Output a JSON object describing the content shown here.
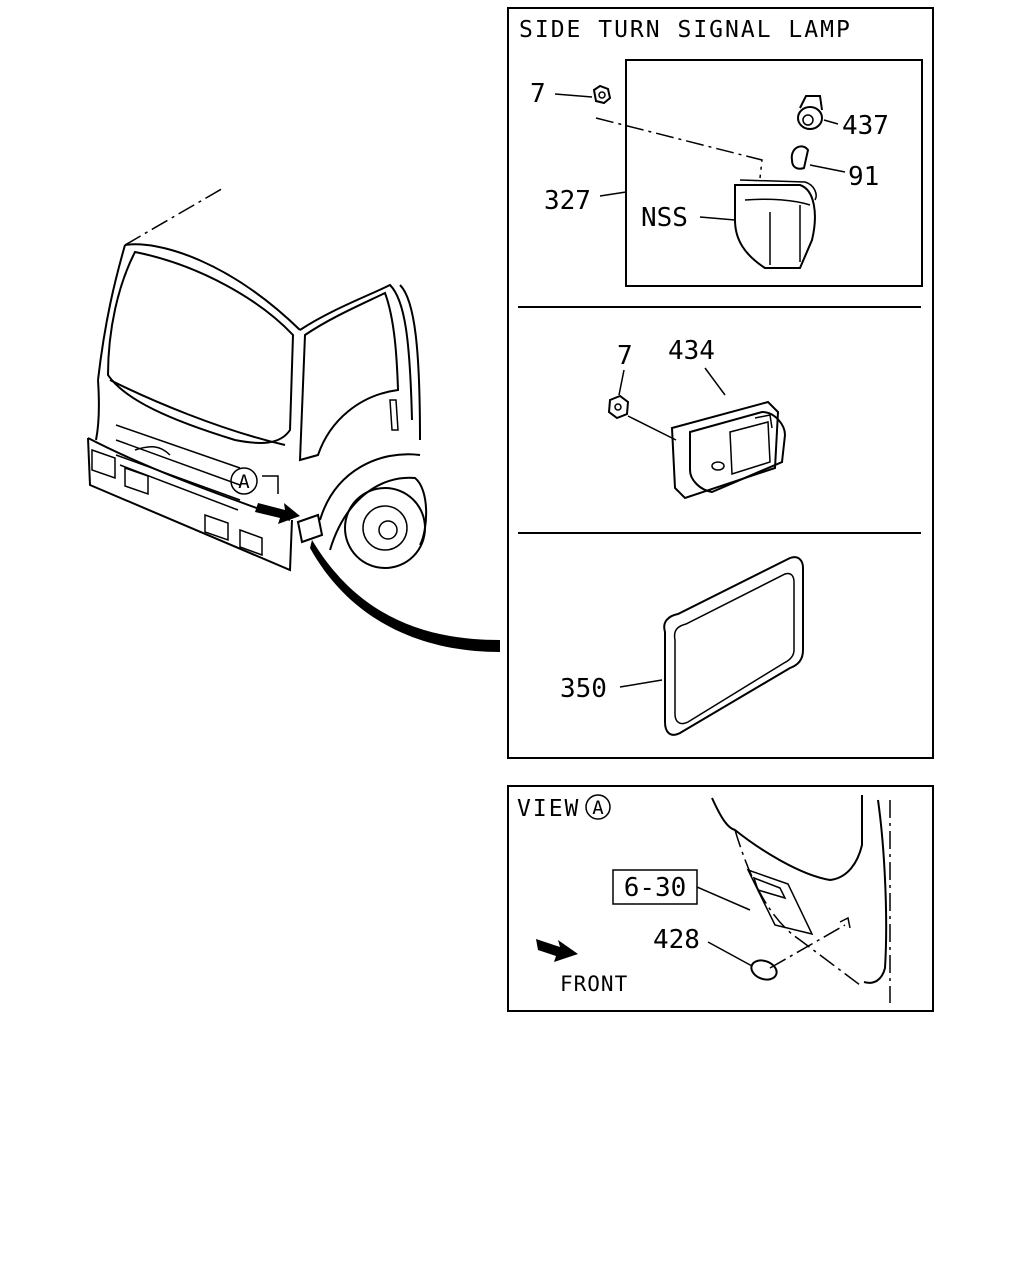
{
  "panel_side_turn": {
    "title": "SIDE TURN SIGNAL LAMP",
    "labels": {
      "p7a": "7",
      "p437": "437",
      "p91": "91",
      "p327": "327",
      "nss": "NSS"
    }
  },
  "panel_lamp_434": {
    "labels": {
      "p7b": "7",
      "p434": "434"
    }
  },
  "panel_lens_350": {
    "labels": {
      "p350": "350"
    }
  },
  "panel_view": {
    "title": "VIEW",
    "circle_letter": "A",
    "ref_box": "6-30",
    "label_428": "428",
    "front_label": "FRONT"
  },
  "truck": {
    "callout_letter": "A"
  }
}
